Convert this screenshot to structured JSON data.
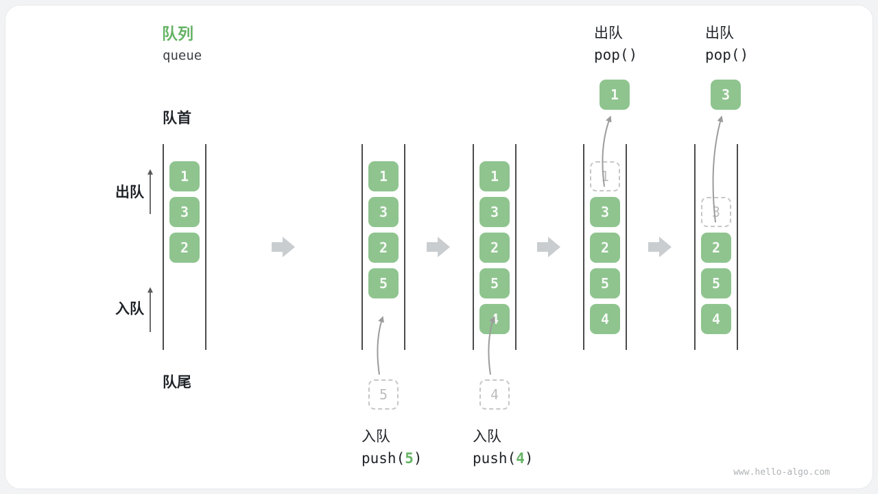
{
  "header": {
    "title": "队列",
    "subtitle": "queue"
  },
  "labels": {
    "front": "队首",
    "rear": "队尾",
    "dequeue": "出队",
    "enqueue": "入队"
  },
  "states": [
    {
      "name": "initial",
      "slots": [
        "1",
        "3",
        "2"
      ]
    },
    {
      "name": "after-push-5",
      "slots": [
        "1",
        "3",
        "2",
        "5"
      ],
      "incoming": "5"
    },
    {
      "name": "after-push-4",
      "slots": [
        "1",
        "3",
        "2",
        "5",
        "4"
      ],
      "incoming": "4"
    },
    {
      "name": "after-pop-1",
      "ghost": "1",
      "slots": [
        "3",
        "2",
        "5",
        "4"
      ],
      "popped": "1"
    },
    {
      "name": "after-pop-3",
      "ghost": "3",
      "slots": [
        "2",
        "5",
        "4"
      ],
      "popped": "3"
    }
  ],
  "operations": [
    {
      "kind": "enqueue",
      "label": "入队",
      "call_prefix": "push(",
      "arg": "5",
      "call_suffix": ")"
    },
    {
      "kind": "enqueue",
      "label": "入队",
      "call_prefix": "push(",
      "arg": "4",
      "call_suffix": ")"
    },
    {
      "kind": "dequeue",
      "label": "出队",
      "call": "pop()"
    },
    {
      "kind": "dequeue",
      "label": "出队",
      "call": "pop()"
    }
  ],
  "watermark": "www.hello-algo.com",
  "colors": {
    "item_green": "#8FC48F",
    "accent_green": "#64B364",
    "dashed_gray": "#C6C6C6",
    "flow_arrow_gray": "#C9CDD0",
    "curve_arrow_gray": "#9B9B9B",
    "wall_dark": "#4A4A4A"
  }
}
